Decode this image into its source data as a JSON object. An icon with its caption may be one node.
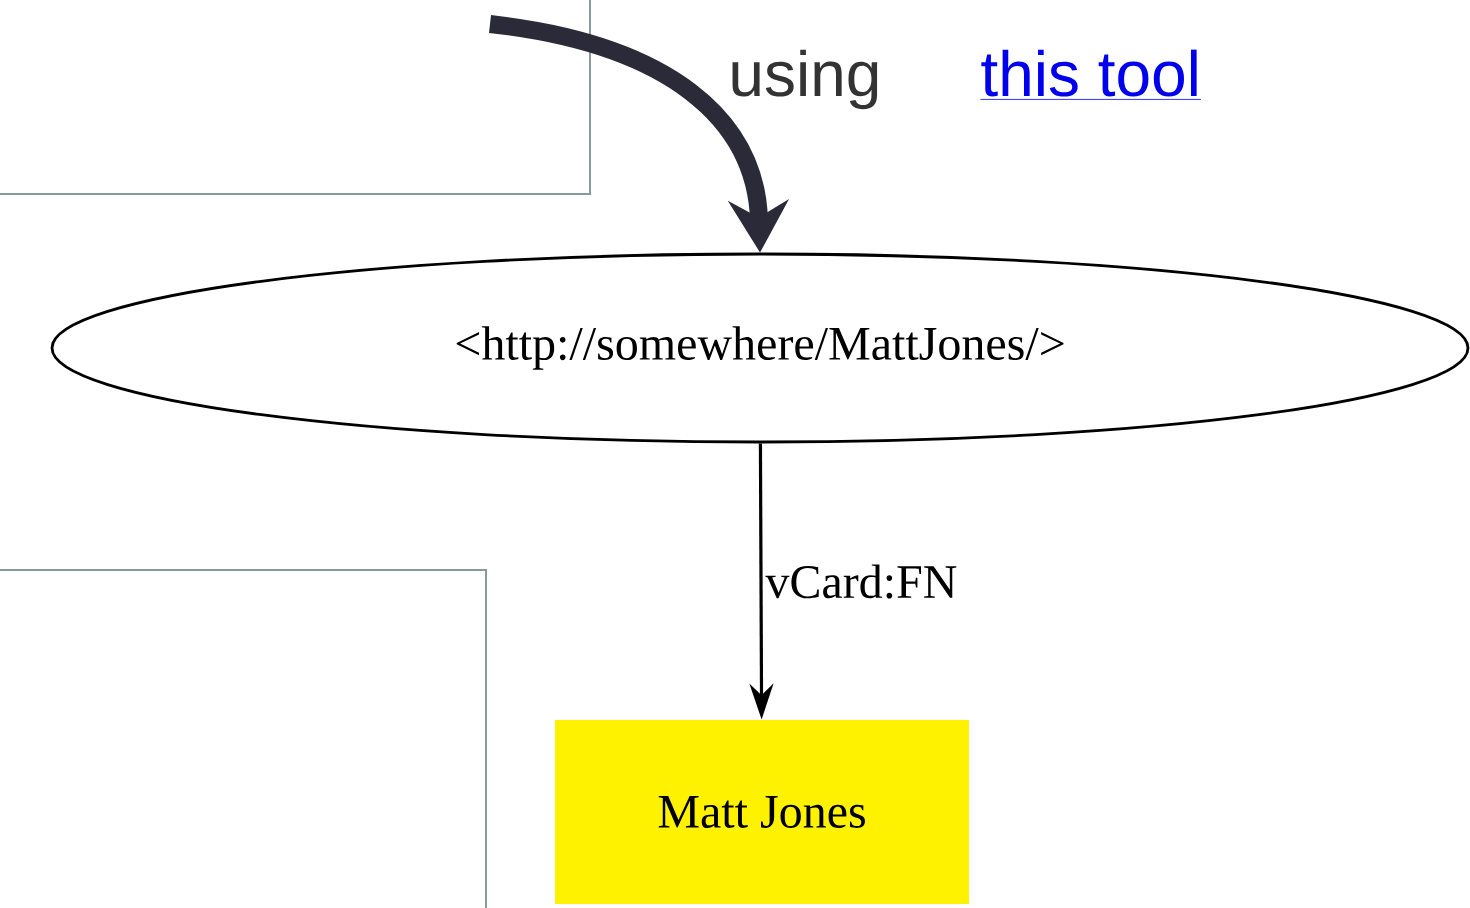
{
  "diagram": {
    "nodes": [
      {
        "text": [
          "<http://somewhere/MattJones/>"
        ]
      },
      {
        "text": [
          "Matt Jones"
        ]
      }
    ],
    "edges": [
      {
        "from": null,
        "to": 0,
        "arrow": "to",
        "style": "thick",
        "color": "#2a2a38"
      },
      {
        "from": 0,
        "to": 1,
        "arrow": "to",
        "label": "vCard:FN"
      }
    ],
    "labels": [
      "using",
      "this tool"
    ]
  }
}
